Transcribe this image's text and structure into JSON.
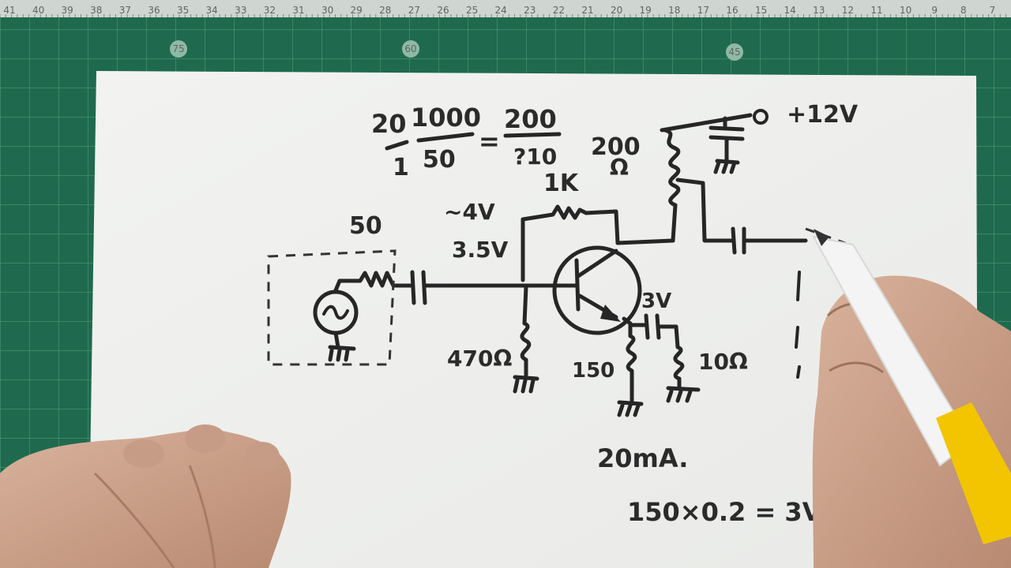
{
  "ruler": {
    "numbers": [
      "41",
      "40",
      "39",
      "38",
      "37",
      "36",
      "35",
      "34",
      "33",
      "32",
      "31",
      "30",
      "29",
      "28",
      "27",
      "26",
      "25",
      "24",
      "23",
      "22",
      "21",
      "20",
      "19",
      "18",
      "17",
      "16",
      "15",
      "14",
      "13",
      "12",
      "11",
      "10",
      "9",
      "8",
      "7"
    ],
    "markers": [
      "75",
      "60",
      "45"
    ]
  },
  "notes": {
    "fraction_top_left": "20",
    "fraction_top_mid": "1000",
    "fraction_bottom_left": "1",
    "fraction_bottom_mid": "50",
    "equals": "=",
    "fraction_right_top": "200",
    "fraction_right_bottom": "?10",
    "collector_res": "200",
    "collector_res_unit": "Ω",
    "feedback_res": "1K",
    "supply": "+12V",
    "source_res": "50",
    "base_v1": "~4V",
    "base_v2": "3.5V",
    "base_res": "470Ω",
    "emitter_v": "3V",
    "emitter_res": "150",
    "bypass_res": "10Ω",
    "current": "20mA.",
    "calc": "150×0.2 = 3V"
  },
  "colors": {
    "mat": "#1f6a4e",
    "grid": "#3f8c6c",
    "paper": "#f4f4f2",
    "ink": "#262626",
    "pen_cap": "#f2c500"
  }
}
